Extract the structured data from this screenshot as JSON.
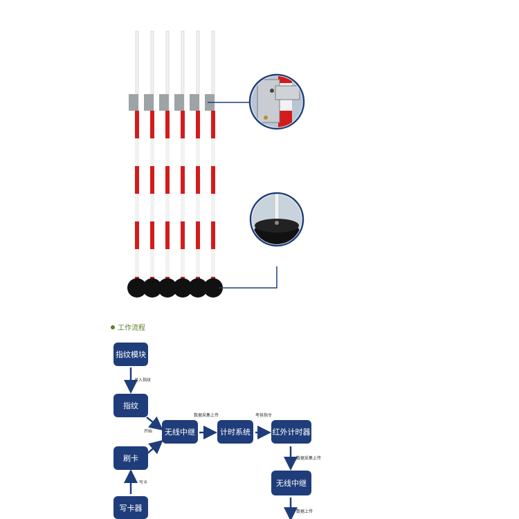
{
  "section_title": "工作流程",
  "colors": {
    "box_fill": "#1f3d7a",
    "arrow": "#1f3d7a",
    "pole_red": "#d31b1b",
    "pole_white": "#f2f2f2",
    "base": "#111111",
    "bracket": "#9ea3a6",
    "title_bullet": "#5c7d2b"
  },
  "flow": {
    "fingerprint_module": "指纹模块",
    "fingerprint": "指纹",
    "swipe_card": "刷卡",
    "card_writer": "写卡器",
    "wireless_relay_1": "无线中继",
    "timing_system": "计时系统",
    "infrared_timer": "红外计时器",
    "wireless_relay_2": "无线中继"
  },
  "edges": {
    "enroll": "录入指纹",
    "start": "开始",
    "write_card": "写卡",
    "data_upload_1": "数据采集上传",
    "test_command": "考核指令",
    "data_upload_2": "数据采集上传",
    "data_upload_3": "数据上传"
  },
  "illustration": {
    "pole_count": 6,
    "icons": [
      "timing-pole",
      "bracket-detail-icon",
      "base-detail-icon"
    ]
  }
}
